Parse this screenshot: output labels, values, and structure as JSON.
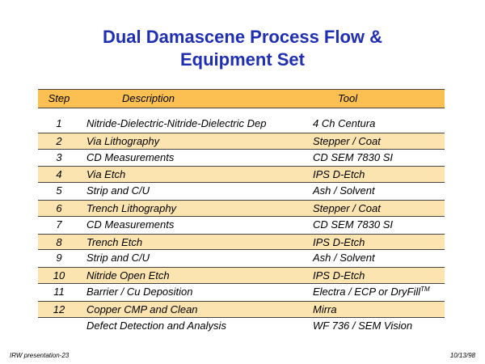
{
  "title": {
    "line1": "Dual Damascene Process Flow &",
    "line2": "Equipment Set"
  },
  "table": {
    "headers": {
      "step": "Step",
      "description": "Description",
      "tool": "Tool"
    },
    "rows": [
      {
        "step": "1",
        "description": "Nitride-Dielectric-Nitride-Dielectric Dep",
        "tool": "4 Ch Centura"
      },
      {
        "step": "2",
        "description": "Via Lithography",
        "tool": "Stepper / Coat"
      },
      {
        "step": "3",
        "description": "CD Measurements",
        "tool": "CD SEM 7830 SI"
      },
      {
        "step": "4",
        "description": "Via Etch",
        "tool": "IPS D-Etch"
      },
      {
        "step": "5",
        "description": "Strip and C/U",
        "tool": "Ash / Solvent"
      },
      {
        "step": "6",
        "description": "Trench Lithography",
        "tool": "Stepper / Coat"
      },
      {
        "step": "7",
        "description": "CD Measurements",
        "tool": "CD SEM 7830 SI"
      },
      {
        "step": "8",
        "description": "Trench Etch",
        "tool": "IPS D-Etch"
      },
      {
        "step": "9",
        "description": "Strip and C/U",
        "tool": "Ash / Solvent"
      },
      {
        "step": "10",
        "description": "Nitride Open Etch",
        "tool": "IPS D-Etch"
      },
      {
        "step": "11",
        "description": "Barrier / Cu Deposition",
        "tool": "Electra / ECP or DryFill",
        "tool_sup": "TM"
      },
      {
        "step": "12",
        "description": "Copper CMP and Clean",
        "tool": "Mirra"
      },
      {
        "step": "",
        "description": "Defect Detection and Analysis",
        "tool": "WF 736 / SEM Vision"
      }
    ]
  },
  "footer": {
    "left": "IRW presentation-23",
    "right": "10/13/98"
  },
  "colors": {
    "title": "#1f2fb0",
    "header_bg": "#fbbf52",
    "highlight_bg": "#fce4b0"
  }
}
